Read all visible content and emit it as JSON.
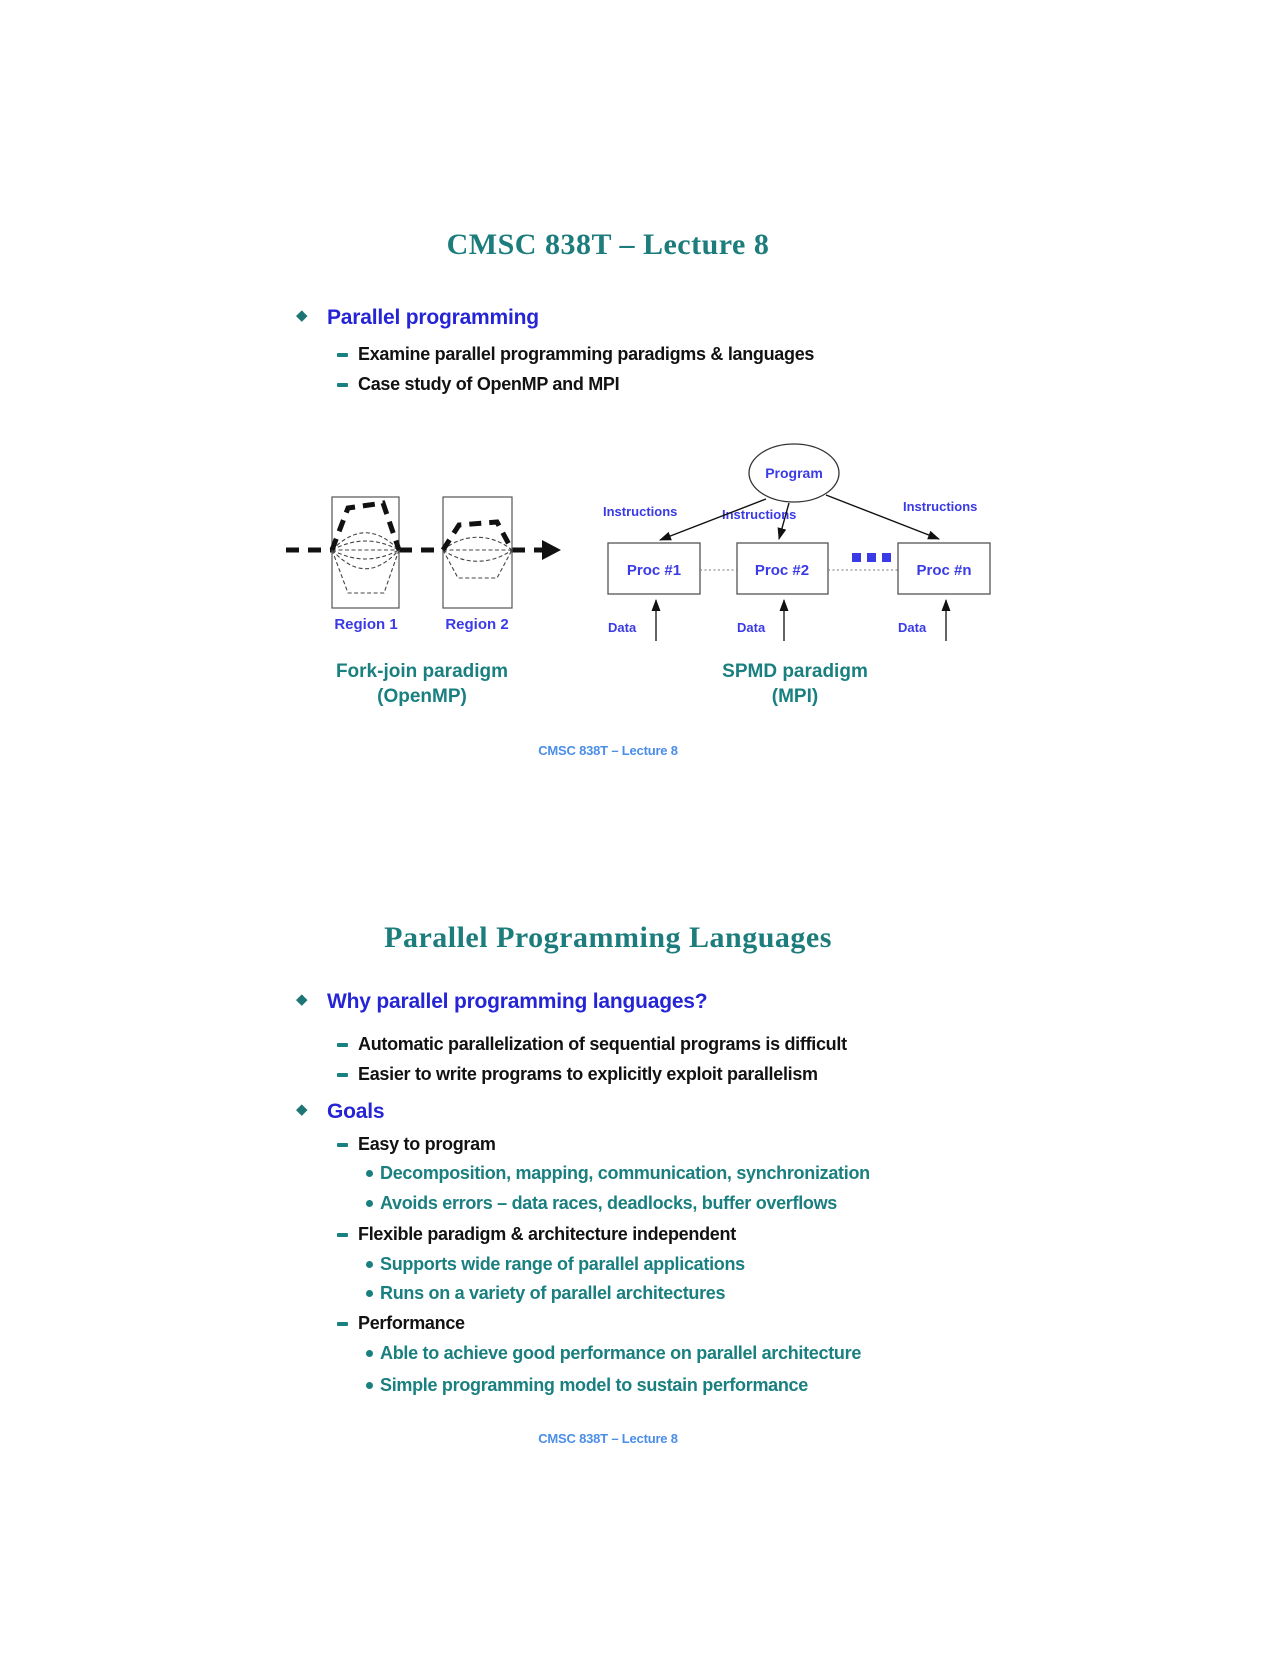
{
  "glyphs": {
    "diamond": "◆"
  },
  "colors": {
    "title_teal": "#1d7c7c",
    "heading_blue": "#2525d6",
    "body_black": "#121212",
    "teal_text": "#1a7f7f",
    "diagram_blue": "#3a3ae6",
    "footer_blue": "#4b8ee8"
  },
  "slide1": {
    "title": "CMSC 838T – Lecture 8",
    "items": [
      {
        "level": 1,
        "text": "Parallel programming"
      },
      {
        "level": 2,
        "text": "Examine parallel programming paradigms & languages"
      },
      {
        "level": 2,
        "text": "Case study of OpenMP and MPI"
      }
    ],
    "diagram": {
      "fork_join": {
        "region1": "Region 1",
        "region2": "Region 2",
        "caption": "Fork-join paradigm",
        "caption2": "(OpenMP)"
      },
      "spmd": {
        "program": "Program",
        "instructions1": "Instructions",
        "instructions2": "Instructions",
        "instructions3": "Instructions",
        "proc1": "Proc #1",
        "proc2": "Proc #2",
        "procn": "Proc #n",
        "data1": "Data",
        "data2": "Data",
        "data3": "Data",
        "caption": "SPMD paradigm",
        "caption2": "(MPI)"
      }
    },
    "footer": "CMSC 838T – Lecture 8"
  },
  "slide2": {
    "title": "Parallel Programming Languages",
    "items": [
      {
        "level": 1,
        "text": "Why parallel programming languages?"
      },
      {
        "level": 2,
        "text": "Automatic parallelization of sequential programs is difficult"
      },
      {
        "level": 2,
        "text": "Easier to write programs to explicitly exploit parallelism"
      },
      {
        "level": 1,
        "text": "Goals"
      },
      {
        "level": 2,
        "text": "Easy to program"
      },
      {
        "level": 3,
        "text": "Decomposition, mapping, communication, synchronization"
      },
      {
        "level": 3,
        "text": "Avoids errors – data races, deadlocks, buffer overflows"
      },
      {
        "level": 2,
        "text": "Flexible paradigm & architecture independent"
      },
      {
        "level": 3,
        "text": "Supports wide range of parallel applications"
      },
      {
        "level": 3,
        "text": "Runs on a variety of parallel architectures"
      },
      {
        "level": 2,
        "text": "Performance"
      },
      {
        "level": 3,
        "text": "Able to achieve good performance on parallel architecture"
      },
      {
        "level": 3,
        "text": "Simple programming model to sustain performance"
      }
    ],
    "footer": "CMSC 838T – Lecture 8"
  }
}
